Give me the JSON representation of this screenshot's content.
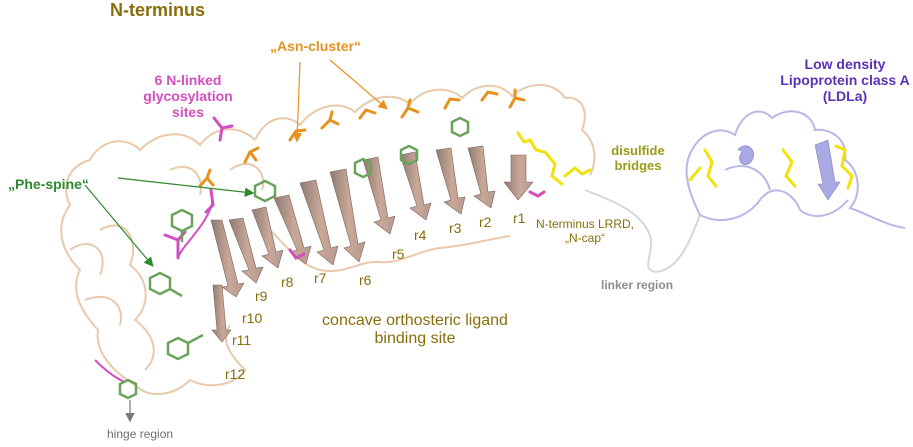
{
  "title": "N-terminus",
  "labels": {
    "asn_cluster": "„Asn-cluster“",
    "glycosylation": "6 N-linked glycosylation sites",
    "phe_spine": "„Phe-spine“",
    "ldla": "Low density Lipoprotein class A (LDLa)",
    "disulfide": "disulfide bridges",
    "nterm_lrrd": "N-terminus LRRD, „N-cap“",
    "linker": "linker region",
    "binding_site": "concave orthosteric ligand binding site",
    "hinge": "hinge region"
  },
  "repeats": [
    "r1",
    "r2",
    "r3",
    "r4",
    "r5",
    "r6",
    "r7",
    "r8",
    "r9",
    "r10",
    "r11",
    "r12"
  ],
  "colors": {
    "title": "#8a6d0b",
    "asn": "#e8921e",
    "glyco": "#d24fc0",
    "phe": "#2f8a2f",
    "ldla": "#5a32b4",
    "disulfide": "#9a9a14",
    "linker": "#8c8c8c",
    "strand": "#b8988a",
    "coil": "#e9c9ab",
    "ldla_coil": "#b8b8e6",
    "yellow_stick": "#f2e20c"
  }
}
